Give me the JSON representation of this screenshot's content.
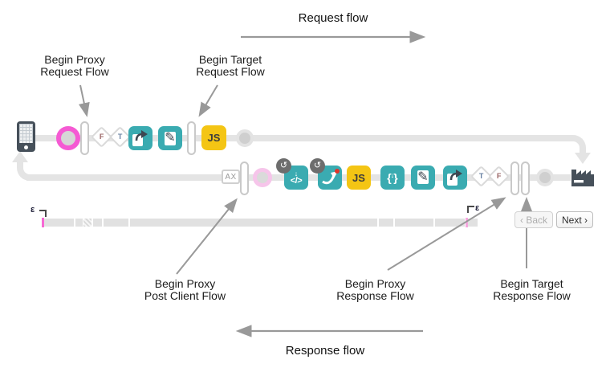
{
  "titles": {
    "request_flow": "Request flow",
    "response_flow": "Response flow"
  },
  "annotations": {
    "begin_proxy_request": [
      "Begin Proxy",
      "Request Flow"
    ],
    "begin_target_request": [
      "Begin Target",
      "Request Flow"
    ],
    "begin_proxy_post_client": [
      "Begin Proxy",
      "Post Client Flow"
    ],
    "begin_proxy_response": [
      "Begin Proxy",
      "Response Flow"
    ],
    "begin_target_response": [
      "Begin Target",
      "Response Flow"
    ]
  },
  "steps": {
    "condition_true": "T",
    "condition_false": "F",
    "javascript_policy": "JS",
    "analytics": "AX"
  },
  "glyphs": {
    "refresh_badge": "↺",
    "down_arrow": "↓",
    "code": "</>",
    "pencil": "✎",
    "brace_open": "{",
    "brace_close": "}"
  },
  "timeline": {
    "epsilon_left": "ε",
    "epsilon_right": "ε",
    "back_button": "‹ Back",
    "next_button": "Next ›"
  },
  "colors": {
    "teal": "#3aabb1",
    "policy_yellow": "#f4c514",
    "magenta_ring": "#f55ad3",
    "pale_pink_ring": "#f6c5ea",
    "flow_line": "#e4e4e4",
    "dark_slate": "#46505a",
    "annotation_arrow": "#999999"
  }
}
